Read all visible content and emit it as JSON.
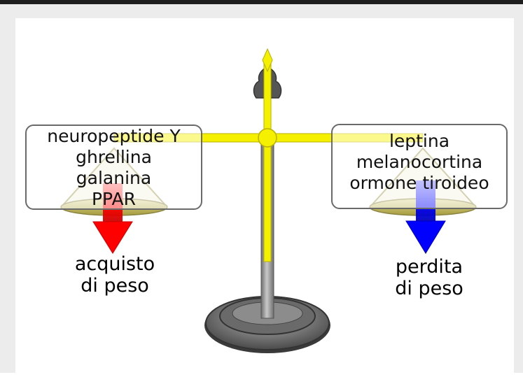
{
  "left": {
    "items": [
      "neuropeptide Y",
      "ghrellina",
      "galanina",
      "PPAR"
    ],
    "outcome": [
      "acquisto",
      "di peso"
    ],
    "arrow_color": "#ff0000"
  },
  "right": {
    "items": [
      "leptina",
      "melanocortina",
      "ormone tiroideo"
    ],
    "outcome": [
      "perdita",
      "di peso"
    ],
    "arrow_color": "#0000ff"
  },
  "colors": {
    "beam": "#f5ef00",
    "pan": "#c8c060",
    "stand": "#8a8a8a",
    "base": "#5a5a5a"
  }
}
